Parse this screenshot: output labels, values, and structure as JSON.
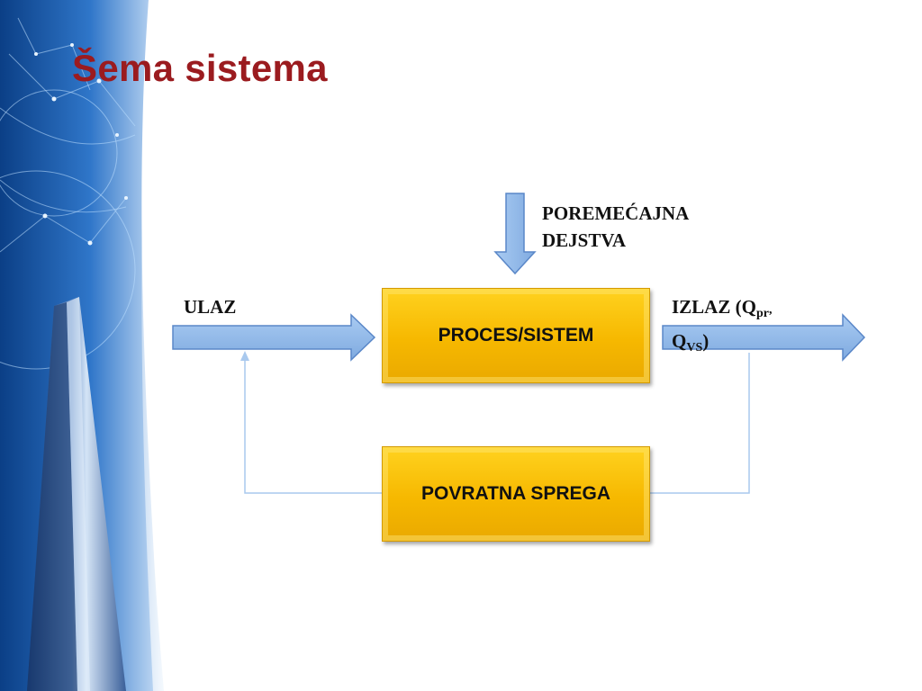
{
  "slide": {
    "title": "Šema sistema"
  },
  "diagram": {
    "process_box": "PROCES/SISTEM",
    "feedback_box": "POVRATNA SPREGA",
    "input_label": "ULAZ",
    "disturbance_label_line1": "POREMEĆAJNA",
    "disturbance_label_line2": "DEJSTVA",
    "output_label_prefix": "IZLAZ (Q",
    "output_sub1": "pr",
    "output_sep": ",",
    "output_q2": "Q",
    "output_sub2": "VS",
    "output_close": ")"
  },
  "colors": {
    "title": "#9b1b1f",
    "box_fill": "#f6b800",
    "arrow_fill": "#8fb8ea",
    "arrow_stroke": "#5a87c8",
    "feedback_line": "#a9c9ee"
  }
}
